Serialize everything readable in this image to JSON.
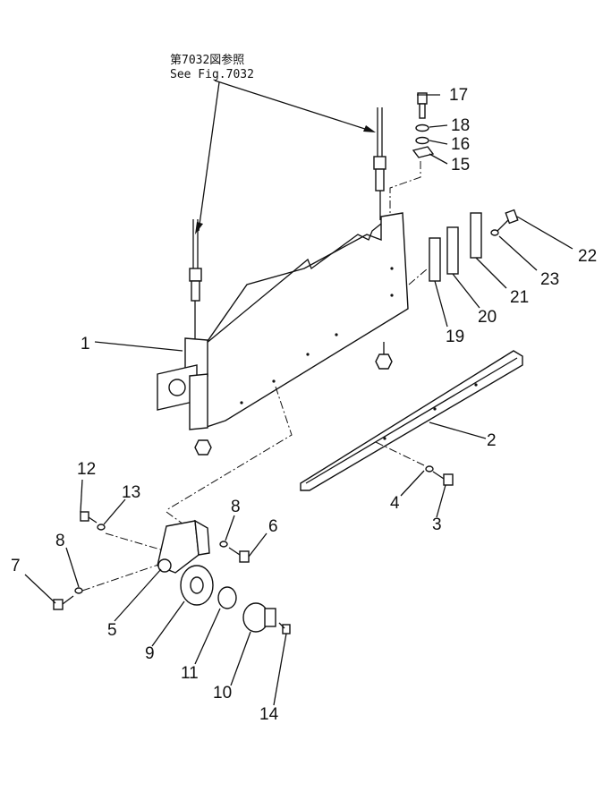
{
  "reference": {
    "line1": "第7032図参照",
    "line2": "See Fig.7032"
  },
  "callouts": [
    "1",
    "2",
    "3",
    "4",
    "5",
    "6",
    "7",
    "8",
    "8",
    "9",
    "10",
    "11",
    "12",
    "13",
    "14",
    "15",
    "16",
    "17",
    "18",
    "19",
    "20",
    "21",
    "22",
    "23"
  ]
}
